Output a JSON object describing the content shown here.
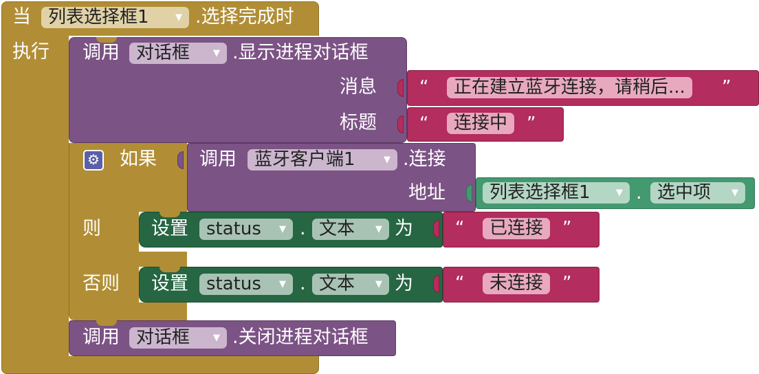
{
  "event": {
    "keyword": "当",
    "component": "列表选择框1",
    "event_name": ".选择完成时",
    "do_label": "执行"
  },
  "show_progress": {
    "call": "调用",
    "component": "对话框",
    "method": ".显示进程对话框",
    "message_label": "消息",
    "message_value": "正在建立蓝牙连接，请稍后...",
    "title_label": "标题",
    "title_value": "连接中"
  },
  "if_block": {
    "if_label": "如果",
    "then_label": "则",
    "else_label": "否则",
    "gear_icon": "gear-icon"
  },
  "bt_connect": {
    "call": "调用",
    "component": "蓝牙客户端1",
    "method": ".连接",
    "address_label": "地址",
    "address_component": "列表选择框1",
    "dot": ".",
    "address_property": "选中项"
  },
  "set_then": {
    "set": "设置",
    "component": "status",
    "dot": ".",
    "property": "文本",
    "to": "为",
    "value": "已连接"
  },
  "set_else": {
    "set": "设置",
    "component": "status",
    "dot": ".",
    "property": "文本",
    "to": "为",
    "value": "未连接"
  },
  "dismiss_progress": {
    "call": "调用",
    "component": "对话框",
    "method": ".关闭进程对话框"
  },
  "quotes": {
    "open": "“",
    "close": "”"
  },
  "dropdown_arrow": "▼",
  "colors": {
    "event": "#B18E35",
    "procedure": "#7C5385",
    "setter": "#266643",
    "text": "#B32D5E",
    "getter": "#439970"
  }
}
